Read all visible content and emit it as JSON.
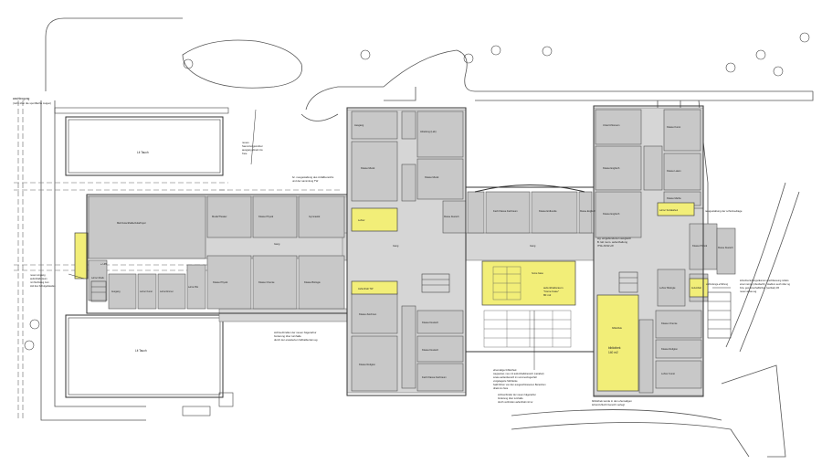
{
  "colors": {
    "room_fill": "#c8c8c8",
    "highlight": "#f2ee78",
    "line": "#333333",
    "background": "#ffffff"
  },
  "labels": {
    "top_left_note": "wachtrogung",
    "top_left_note2": "(nicht über die sportfläche zeigen)",
    "lit_top": "Lit Tauch",
    "lit_bottom": "Lit Tauch",
    "nearer_note1": "neues",
    "nearer_note2": "Sammlungsmöbel",
    "nearer_note3": "ausgang direkt ins",
    "nearer_note4": "freie",
    "neu_note1": "bc. neugestaltung des zufallbereichs",
    "neu_note2": "und der sammlung TW",
    "anbindung_note": "wg. eingebundenen ausgleich",
    "anbindung_note2": "B. lab room- aufenthaltung",
    "anbindung_note3": "ITW+NCW+W",
    "neugestaltung_right": "neugestaltung der schulmediage",
    "left_mid_note1": "neuer eingang",
    "left_mid_note2": "aufenthaltsraum",
    "left_mid_note3": "mit fluchtweg zum",
    "left_mid_note4": "Hof des Schulgebäudes",
    "plus": "+/-45",
    "sichtverbinder1": "sichtverbindlen der neuen hägerarbur",
    "sichtverbinder2": "forderung über turnhalle",
    "sichtverbinder3": "durch der erweiterten fußballterrain ag",
    "aufenthalt_title": "aufenthaltsraum",
    "aufenthalt_sub": "\"home base\"",
    "aufenthalt_area": "80 m2",
    "bibliothek_title": "bibliothek",
    "bibliothek_area": "140 m2",
    "bibliothek_note1": "bibliothek wurde in den ehemaligen",
    "bibliothek_note2": "lehrerzuflucht bereich verlegt",
    "ehemalige1": "ehemalige bibliothek",
    "ehemalige2": "wegweiser, neu mit aufenthaltsbereich (variabel)",
    "ehemalige3": "sowie außenbereich im sommer/regenfall",
    "ehemalige4": "vorgelagerte Sitzbänke",
    "ehemalige5": "bald führen von den ausgeschlossenen Bereichen",
    "ehemalige6": "direkt ins freie",
    "sicht2_1": "sichtverbinder der neuen hägerarbur",
    "sicht2_2": "forderung über turnhalle",
    "sicht2_3": "durch verbinden aufenthalt mit tw",
    "right_note1": "lehrerbeziehungsräumen erschliessung mittels",
    "right_note2": "einer rampe (überdacht) - stadium auch über sg",
    "right_note3": "bzw. gemeinschaftlichen (vertikal) 4/5",
    "right_note4": "neuer anbau ag",
    "rampe_note": "verbindungs-erhöhung",
    "home_base_small": "home base",
    "bib_small": "bibliothek"
  },
  "rooms": {
    "r1": "Mehrzweckhalle/Aula/Foyer",
    "r2": "Gang",
    "r3": "Musik/Theater",
    "r4": "Klasse Physik",
    "r5": "Gymnastik",
    "r6": "Klasse Physik",
    "r7": "Klasse Chemie",
    "r8": "Klasse Biologie",
    "r9": "Gang",
    "r10": "Ausgang",
    "r11": "Klasse Musik",
    "r12": "Abteilung (Lab)",
    "r13": "Klasse Musik",
    "r14": "Fach Klasse Fachraum",
    "r15": "Klasse Erdkunde",
    "r16": "Klasse Zeichnen",
    "r17": "Klasse Religion",
    "r18": "Gang",
    "r19": "Klasse Deutsch",
    "r20": "Klasse Deutsch",
    "r21": "Fach Klasse Fachraum",
    "r22": "Unterrichtsraum",
    "r23": "Klasse Englisch",
    "r24": "Klasse Kunst",
    "r25": "Klasse Latein",
    "r26": "Klasse Englisch",
    "r27": "Klasse Mathe",
    "r28": "Klasse Physik",
    "r29": "Klasse Chemie",
    "r30": "Klasse Religion",
    "r31": "Lehrer Kunst",
    "r32": "Lehrer Biologie",
    "r33": "Lehrer Musik",
    "r34": "Ausgang",
    "r35": "Lehrerzimmer",
    "r36": "Lehrer Kunst",
    "r37": "Lehrer Bio",
    "r38": "Klasse Deutsch",
    "r39": "Klasse Deutsch",
    "r40": "Klasse Englisch",
    "y1": "Lehrer",
    "y2": "Aufenthalt TW",
    "y3": "Lehrer Sozialarbeit",
    "y4": "Aufenthalt"
  }
}
